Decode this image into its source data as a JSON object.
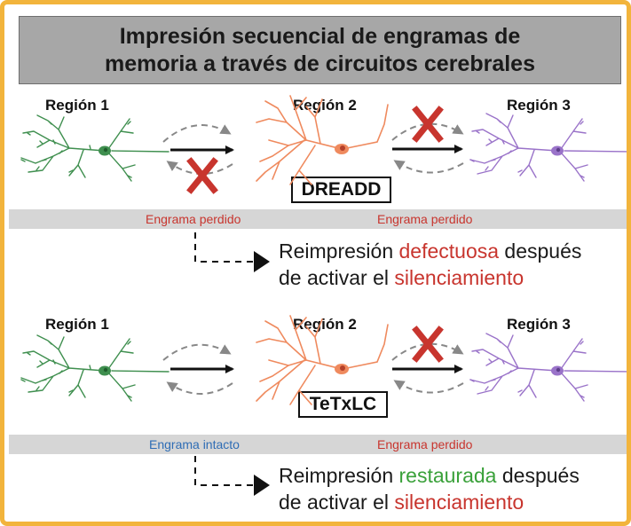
{
  "title": {
    "line1": "Impresión secuencial de engramas de",
    "line2": "memoria a través de circuitos cerebrales"
  },
  "top_panel": {
    "region1": "Región 1",
    "region2": "Región 2",
    "region3": "Región 3",
    "drug": "DREADD",
    "engram_left": "Engrama perdido",
    "engram_right": "Engrama perdido",
    "result_pre": "Reimpresión ",
    "result_key": "defectuosa",
    "result_post": " después",
    "result_line2_pre": "de activar el ",
    "result_line2_key": "silenciamiento"
  },
  "bottom_panel": {
    "region1": "Región 1",
    "region2": "Región 2",
    "region3": "Región 3",
    "drug": "TeTxLC",
    "engram_left": "Engrama intacto",
    "engram_right": "Engrama perdido",
    "result_pre": "Reimpresión ",
    "result_key": "restaurada",
    "result_post": " después",
    "result_line2_pre": "de activar el ",
    "result_line2_key": "silenciamiento"
  },
  "colors": {
    "frame": "#f2b43c",
    "title_bg": "#a7a7a7",
    "neuron1": "#3f8f4f",
    "neuron2": "#ef8a5e",
    "neuron3": "#9a73c9",
    "block_x": "#c8352e",
    "band": "#d6d6d6"
  },
  "icons": {
    "block": "red-x-icon",
    "arrow": "black-arrow-icon",
    "feedback": "dashed-arrow-icon"
  }
}
